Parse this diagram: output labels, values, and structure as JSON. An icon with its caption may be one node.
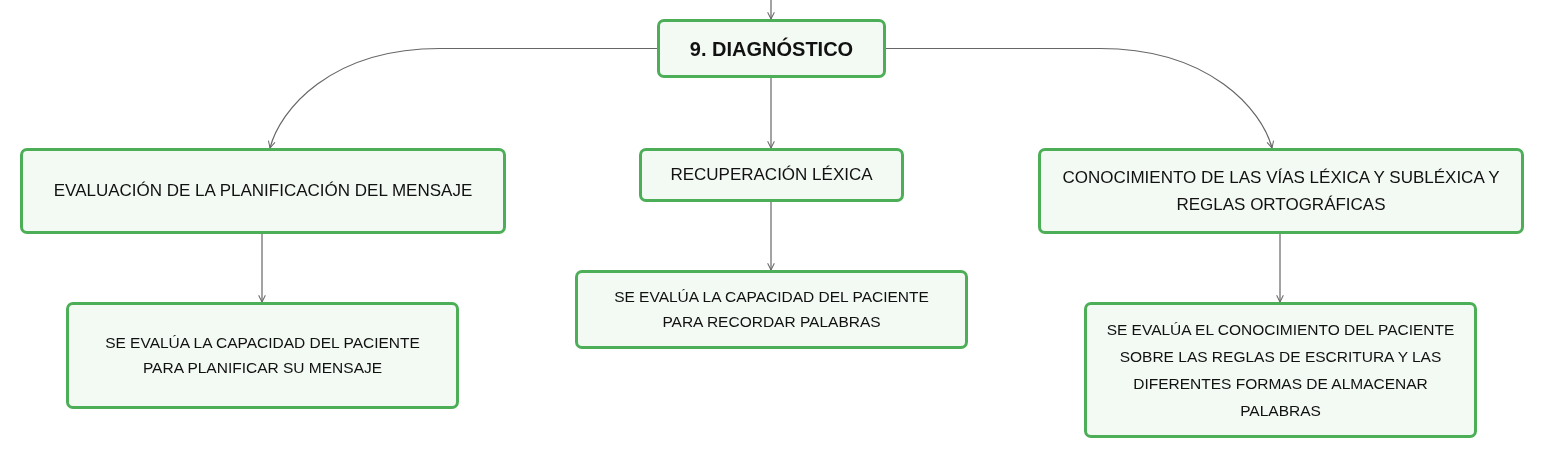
{
  "diagram": {
    "nodes": [
      {
        "text": [
          "9. DIAGNÓSTICO"
        ]
      },
      {
        "text": [
          "EVALUACIÓN DE LA PLANIFICACIÓN DEL MENSAJE"
        ]
      },
      {
        "text": [
          "RECUPERACIÓN LÉXICA"
        ]
      },
      {
        "text": [
          "CONOCIMIENTO DE LAS VÍAS LÉXICA Y SUBLÉXICA Y REGLAS ORTOGRÁFICAS"
        ]
      },
      {
        "text": [
          "SE EVALÚA LA CAPACIDAD DEL PACIENTE PARA PLANIFICAR SU MENSAJE"
        ]
      },
      {
        "text": [
          "SE EVALÚA LA CAPACIDAD DEL PACIENTE PARA RECORDAR PALABRAS"
        ]
      },
      {
        "text": [
          "SE EVALÚA EL CONOCIMIENTO DEL PACIENTE SOBRE LAS REGLAS DE ESCRITURA Y LAS DIFERENTES FORMAS DE ALMACENAR PALABRAS"
        ]
      }
    ],
    "edges": [
      {
        "from": null,
        "to": 0,
        "arrow": "to"
      },
      {
        "from": 0,
        "to": 1,
        "arrow": "to"
      },
      {
        "from": 0,
        "to": 2,
        "arrow": "to"
      },
      {
        "from": 0,
        "to": 3,
        "arrow": "to"
      },
      {
        "from": 1,
        "to": 4,
        "arrow": "to"
      },
      {
        "from": 2,
        "to": 5,
        "arrow": "to"
      },
      {
        "from": 3,
        "to": 6,
        "arrow": "to"
      }
    ]
  }
}
